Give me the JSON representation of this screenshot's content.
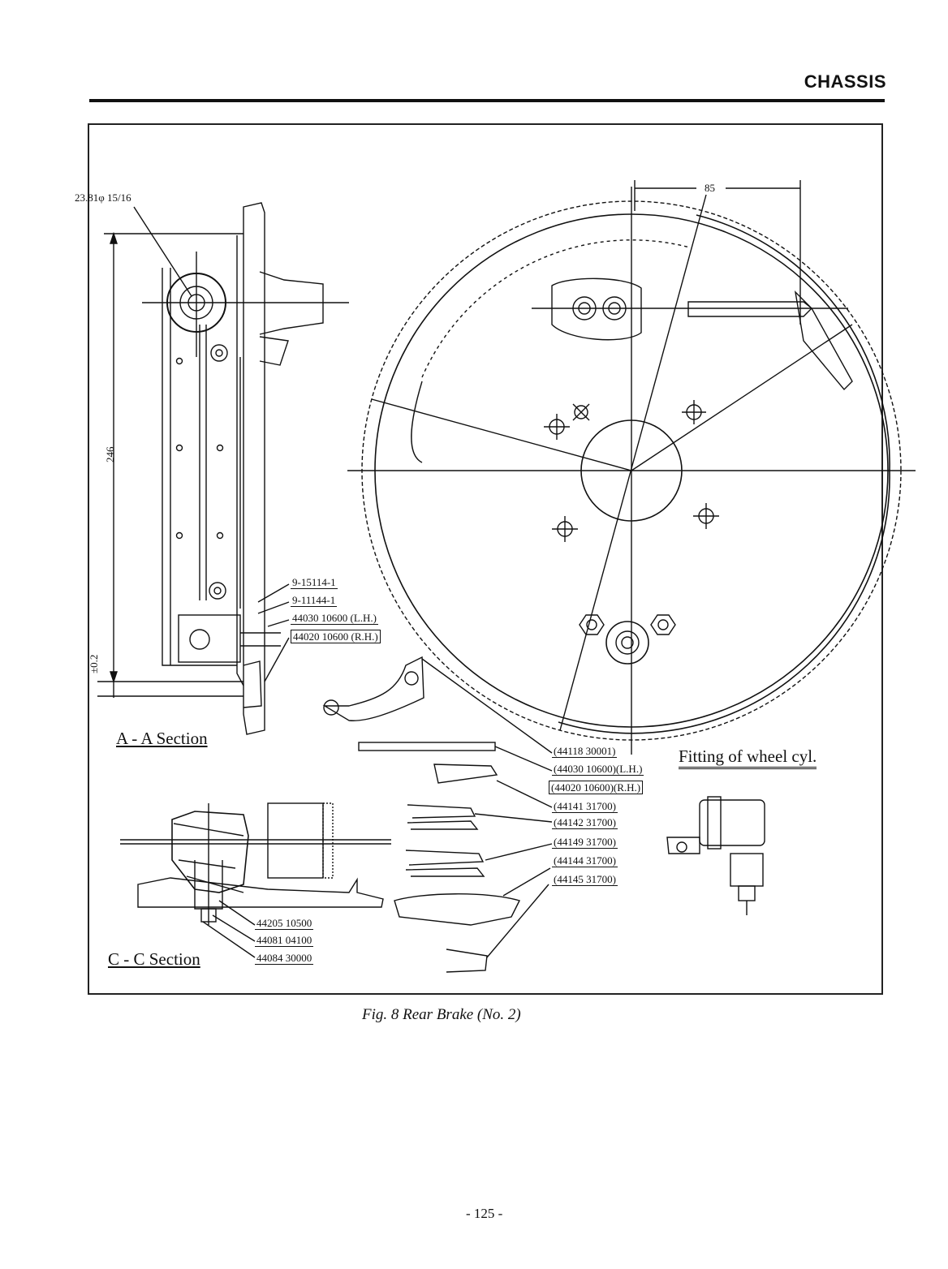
{
  "header": {
    "title": "CHASSIS"
  },
  "dimensions": {
    "top_left": "23.81φ 15/16",
    "length": "246",
    "tolerance": "±0.2",
    "offset": "85"
  },
  "sections": {
    "aa": "A - A Section",
    "cc": "C - C Section",
    "fitting": "Fitting of wheel cyl."
  },
  "callouts_aa": [
    "9-15114-1",
    "9-11144-1",
    "44030 10600 (L.H.)",
    "44020 10600 (R.H.)"
  ],
  "parts_list": [
    "(44118 30001)",
    "(44030 10600)(L.H.)",
    "(44020 10600)(R.H.)",
    "(44141 31700)",
    "(44142 31700)",
    "(44149 31700)",
    "(44144 31700)",
    "(44145 31700)"
  ],
  "callouts_cc": [
    "44205 10500",
    "44081 04100",
    "44084 30000"
  ],
  "caption": "Fig. 8  Rear Brake (No. 2)",
  "page_number": "- 125 -"
}
